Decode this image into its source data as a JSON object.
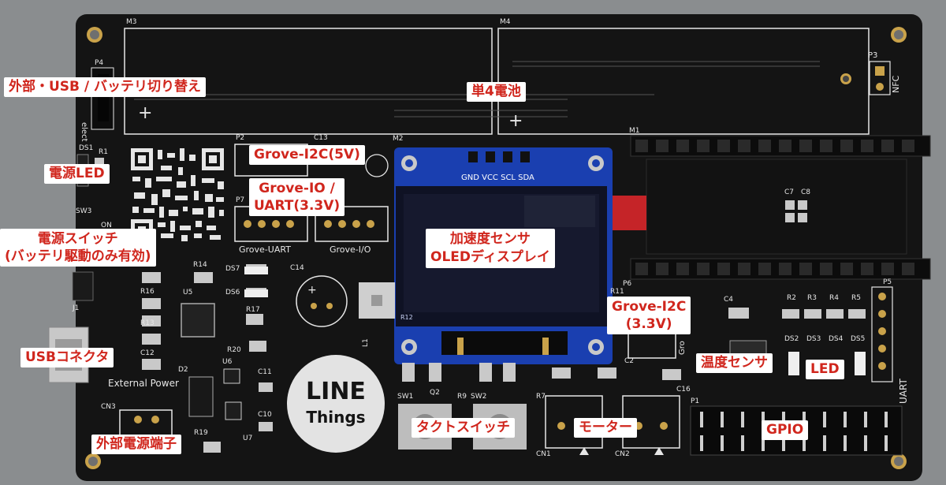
{
  "callouts": {
    "external_usb_battery_switch": "外部・USB / バッテリ切り替え",
    "battery_aaa": "単4電池",
    "grove_i2c_5v": "Grove-I2C(5V)",
    "grove_io_uart_line1": "Grove-IO /",
    "grove_io_uart_line2": "UART(3.3V)",
    "power_led": "電源LED",
    "power_switch_line1": "電源スイッチ",
    "power_switch_line2": "(バッテリ駆動のみ有効)",
    "accel_oled_line1": "加速度センサ",
    "accel_oled_line2": "OLEDディスプレイ",
    "grove_i2c_33v_line1": "Grove-I2C",
    "grove_i2c_33v_line2": "(3.3V)",
    "usb_connector": "USBコネクタ",
    "temp_sensor": "温度センサ",
    "led": "LED",
    "gpio": "GPIO",
    "tact_switch": "タクトスイッチ",
    "motor": "モーター",
    "external_power_terminal": "外部電源端子"
  },
  "silkscreen": {
    "m3": "M3",
    "m4": "M4",
    "p3": "P3",
    "nfc": "NFC",
    "p4": "P4",
    "select_partial": "elect",
    "ds1": "DS1",
    "r1": "R1",
    "sw3": "SW3",
    "on": "ON",
    "p2": "P2",
    "c13": "C13",
    "p7": "P7",
    "m2": "M2",
    "m1": "M1",
    "grove_uart": "Grove-UART",
    "grove_io": "Grove-I/O",
    "oled_pins": "GND VCC SCL SDA",
    "c7": "C7",
    "c8": "C8",
    "p6": "P6",
    "r11": "R11",
    "p5": "P5",
    "c4": "C4",
    "r2": "R2",
    "r3": "R3",
    "r4": "R4",
    "r5": "R5",
    "ds2": "DS2",
    "ds3": "DS3",
    "ds4": "DS4",
    "ds5": "DS5",
    "uart": "UART",
    "r14": "R14",
    "ds7": "DS7",
    "ds6": "DS6",
    "c14": "C14",
    "r16": "R16",
    "r13": "R13",
    "c12": "C12",
    "u5": "U5",
    "r17": "R17",
    "r20": "R20",
    "j1": "J1",
    "u6": "U6",
    "c11": "C11",
    "d2": "D2",
    "external_power": "External Power",
    "cn3": "CN3",
    "c10": "C10",
    "r19": "R19",
    "u7": "U7",
    "sw1": "SW1",
    "q2": "Q2",
    "r9": "R9",
    "sw2": "SW2",
    "r7": "R7",
    "c2": "C2",
    "c16": "C16",
    "cn1": "CN1",
    "cn2": "CN2",
    "p1": "P1",
    "l1": "L1",
    "r12": "R12",
    "gro": "Gro",
    "line_logo_line1": "LINE",
    "line_logo_line2": "Things"
  },
  "colors": {
    "pcb": "#141414",
    "silkscreen": "#e6e6e6",
    "callout_text": "#d0261d",
    "callout_bg": "#ffffff",
    "oled_module_pcb": "#1a3fb0",
    "oled_screen": "#0f1224",
    "header_pins": "#111111",
    "gold_pad": "#c9a24a",
    "protective_film": "#d8262a"
  }
}
